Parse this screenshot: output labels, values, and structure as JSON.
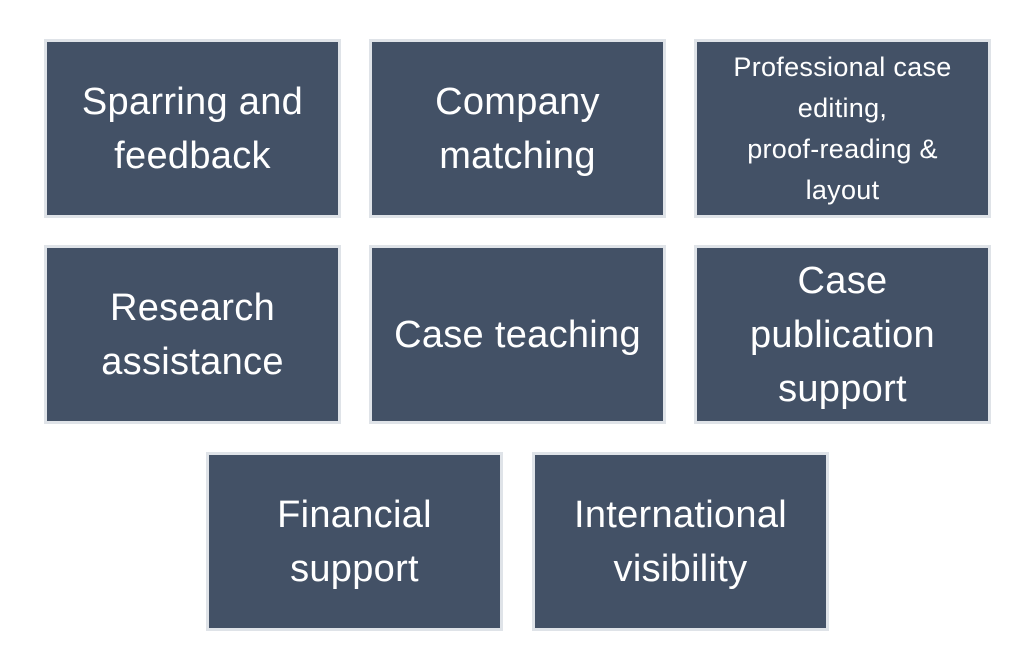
{
  "tiles": [
    {
      "label": "Sparring and\nfeedback"
    },
    {
      "label": "Company\nmatching"
    },
    {
      "label": "Professional case\nediting,\nproof-reading &\nlayout"
    },
    {
      "label": "Research\nassistance"
    },
    {
      "label": "Case teaching"
    },
    {
      "label": "Case\npublication\nsupport"
    },
    {
      "label": "Financial\nsupport"
    },
    {
      "label": "International\nvisibility"
    }
  ],
  "colors": {
    "tile_fill": "#435166",
    "tile_border": "#dfe3e8",
    "text": "#ffffff",
    "background": "#ffffff"
  }
}
